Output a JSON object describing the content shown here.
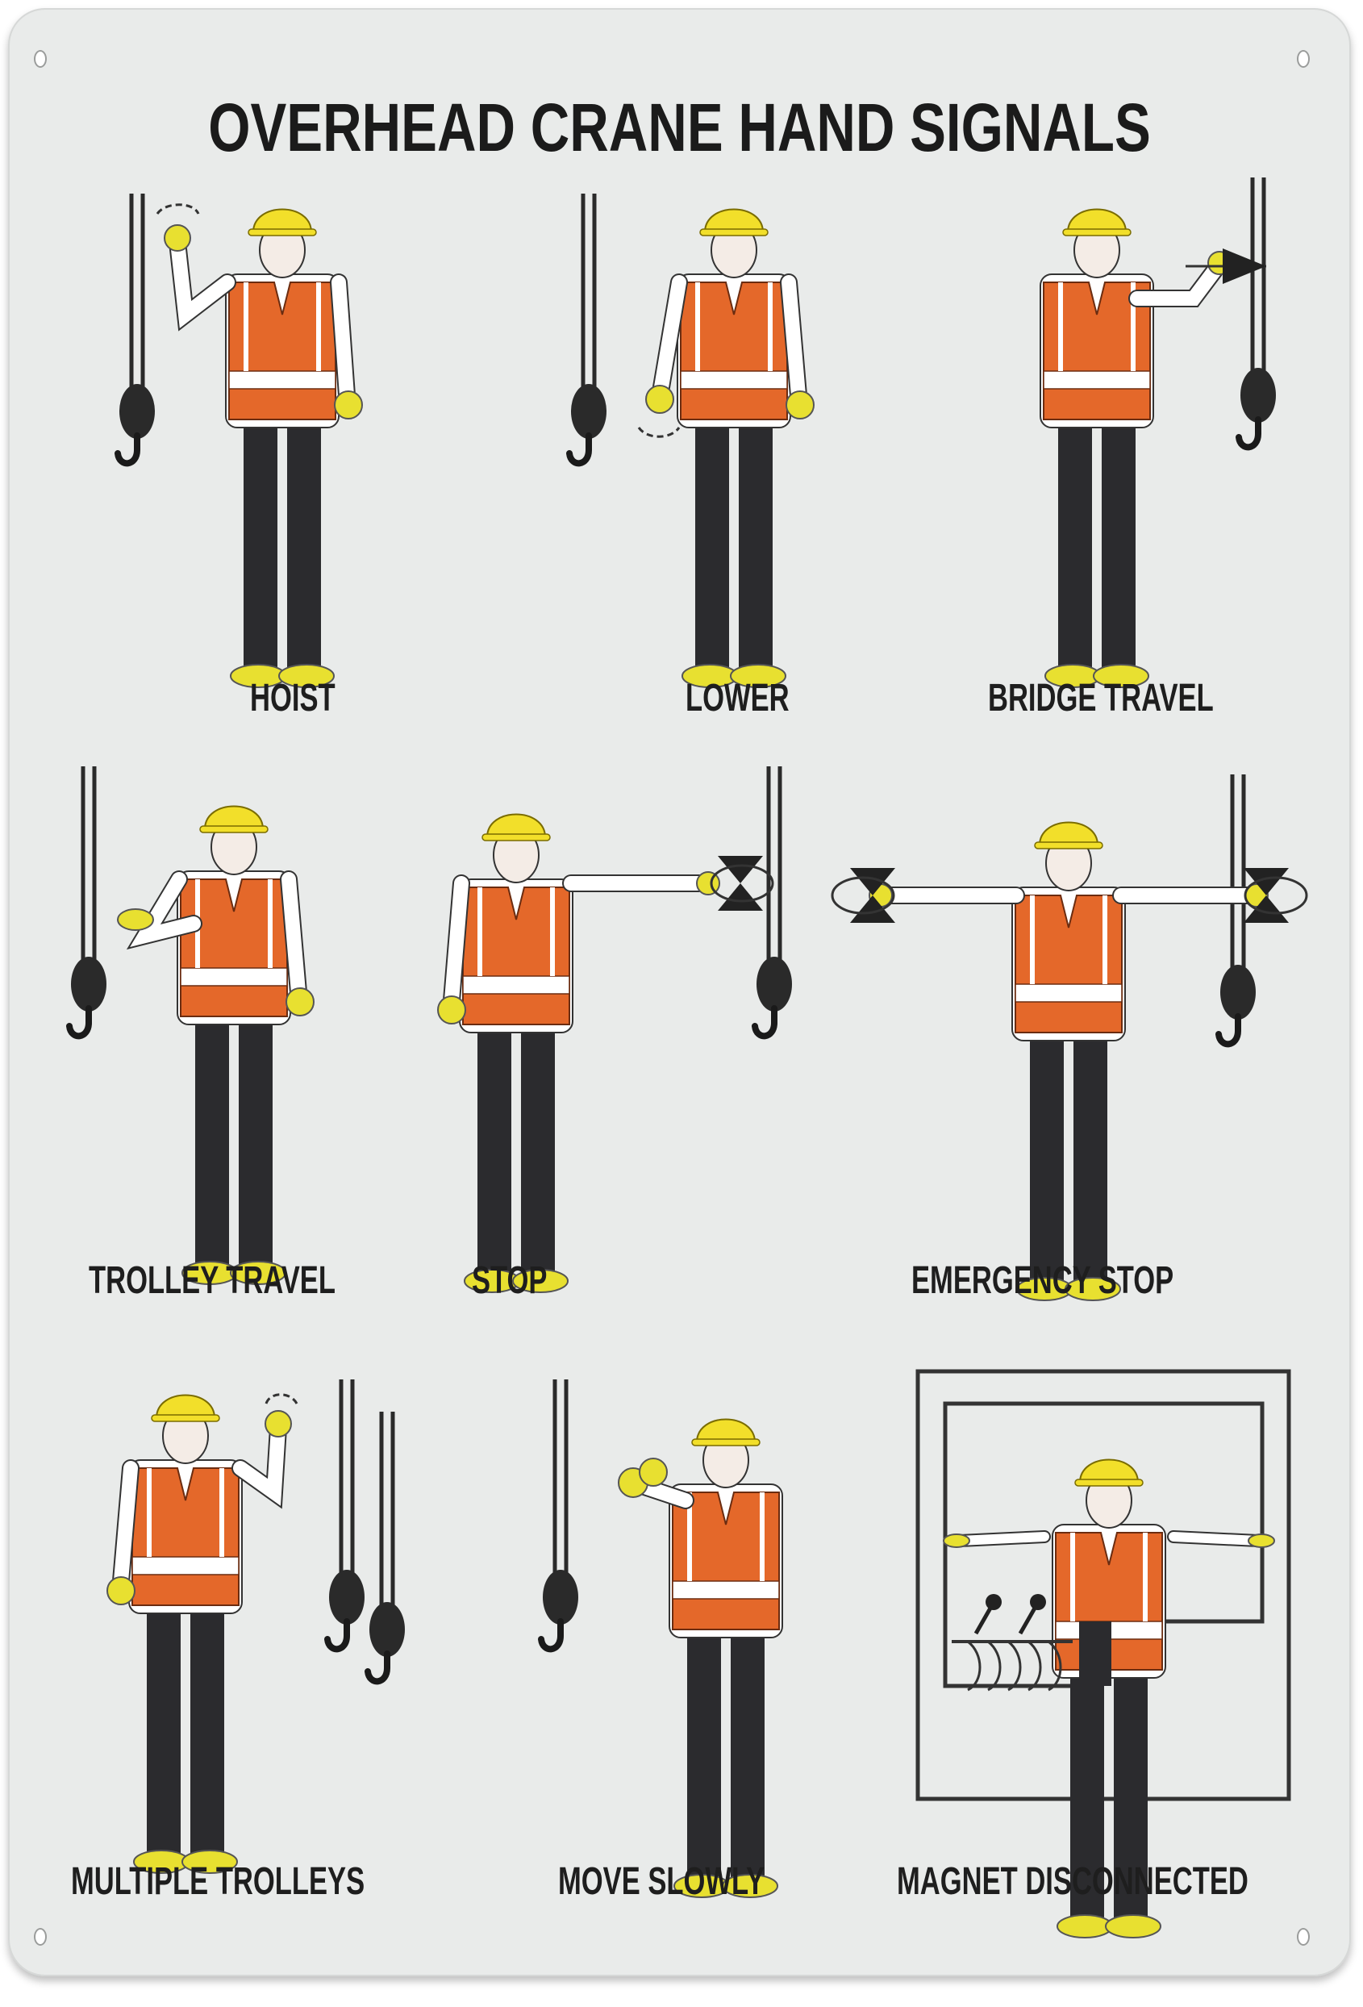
{
  "sign": {
    "title": "OVERHEAD CRANE HAND SIGNALS",
    "colors": {
      "background": "#e9ebea",
      "text": "#1e1e1e",
      "hardhat": "#f2df2a",
      "vest": "#e4682a",
      "reflective_stripe": "#ffffff",
      "pants": "#2b2b2e",
      "gloves_boots": "#e8e030",
      "hook_block": "#2a2a2a"
    },
    "signals": [
      {
        "label": "HOIST",
        "row": 1,
        "col": 1,
        "gesture": "forearm vertical, finger pointing up, rotating in small circle"
      },
      {
        "label": "LOWER",
        "row": 1,
        "col": 2,
        "gesture": "arm extended down, finger pointing down, rotating in small circle"
      },
      {
        "label": "BRIDGE TRAVEL",
        "row": 1,
        "col": 3,
        "gesture": "arm extended forward, hand open, pointing in direction of travel"
      },
      {
        "label": "TROLLEY TRAVEL",
        "row": 2,
        "col": 1,
        "gesture": "palm up, fingers closed, thumb pointing in direction of motion"
      },
      {
        "label": "STOP",
        "row": 2,
        "col": 2,
        "gesture": "arm extended, palm down, moving back and forth horizontally"
      },
      {
        "label": "EMERGENCY STOP",
        "row": 2,
        "col": 3,
        "gesture": "both arms extended, palms down, moving back and forth horizontally"
      },
      {
        "label": "MULTIPLE TROLLEYS",
        "row": 3,
        "col": 1,
        "gesture": "hold up one or two fingers for trolley marked 1 or 2"
      },
      {
        "label": "MOVE SLOWLY",
        "row": 3,
        "col": 2,
        "gesture": "one hand gives motion signal, other hand held motionless above"
      },
      {
        "label": "MAGNET DISCONNECTED",
        "row": 3,
        "col": 3,
        "gesture": "crane operator spreads both hands apart, palms up"
      }
    ]
  }
}
